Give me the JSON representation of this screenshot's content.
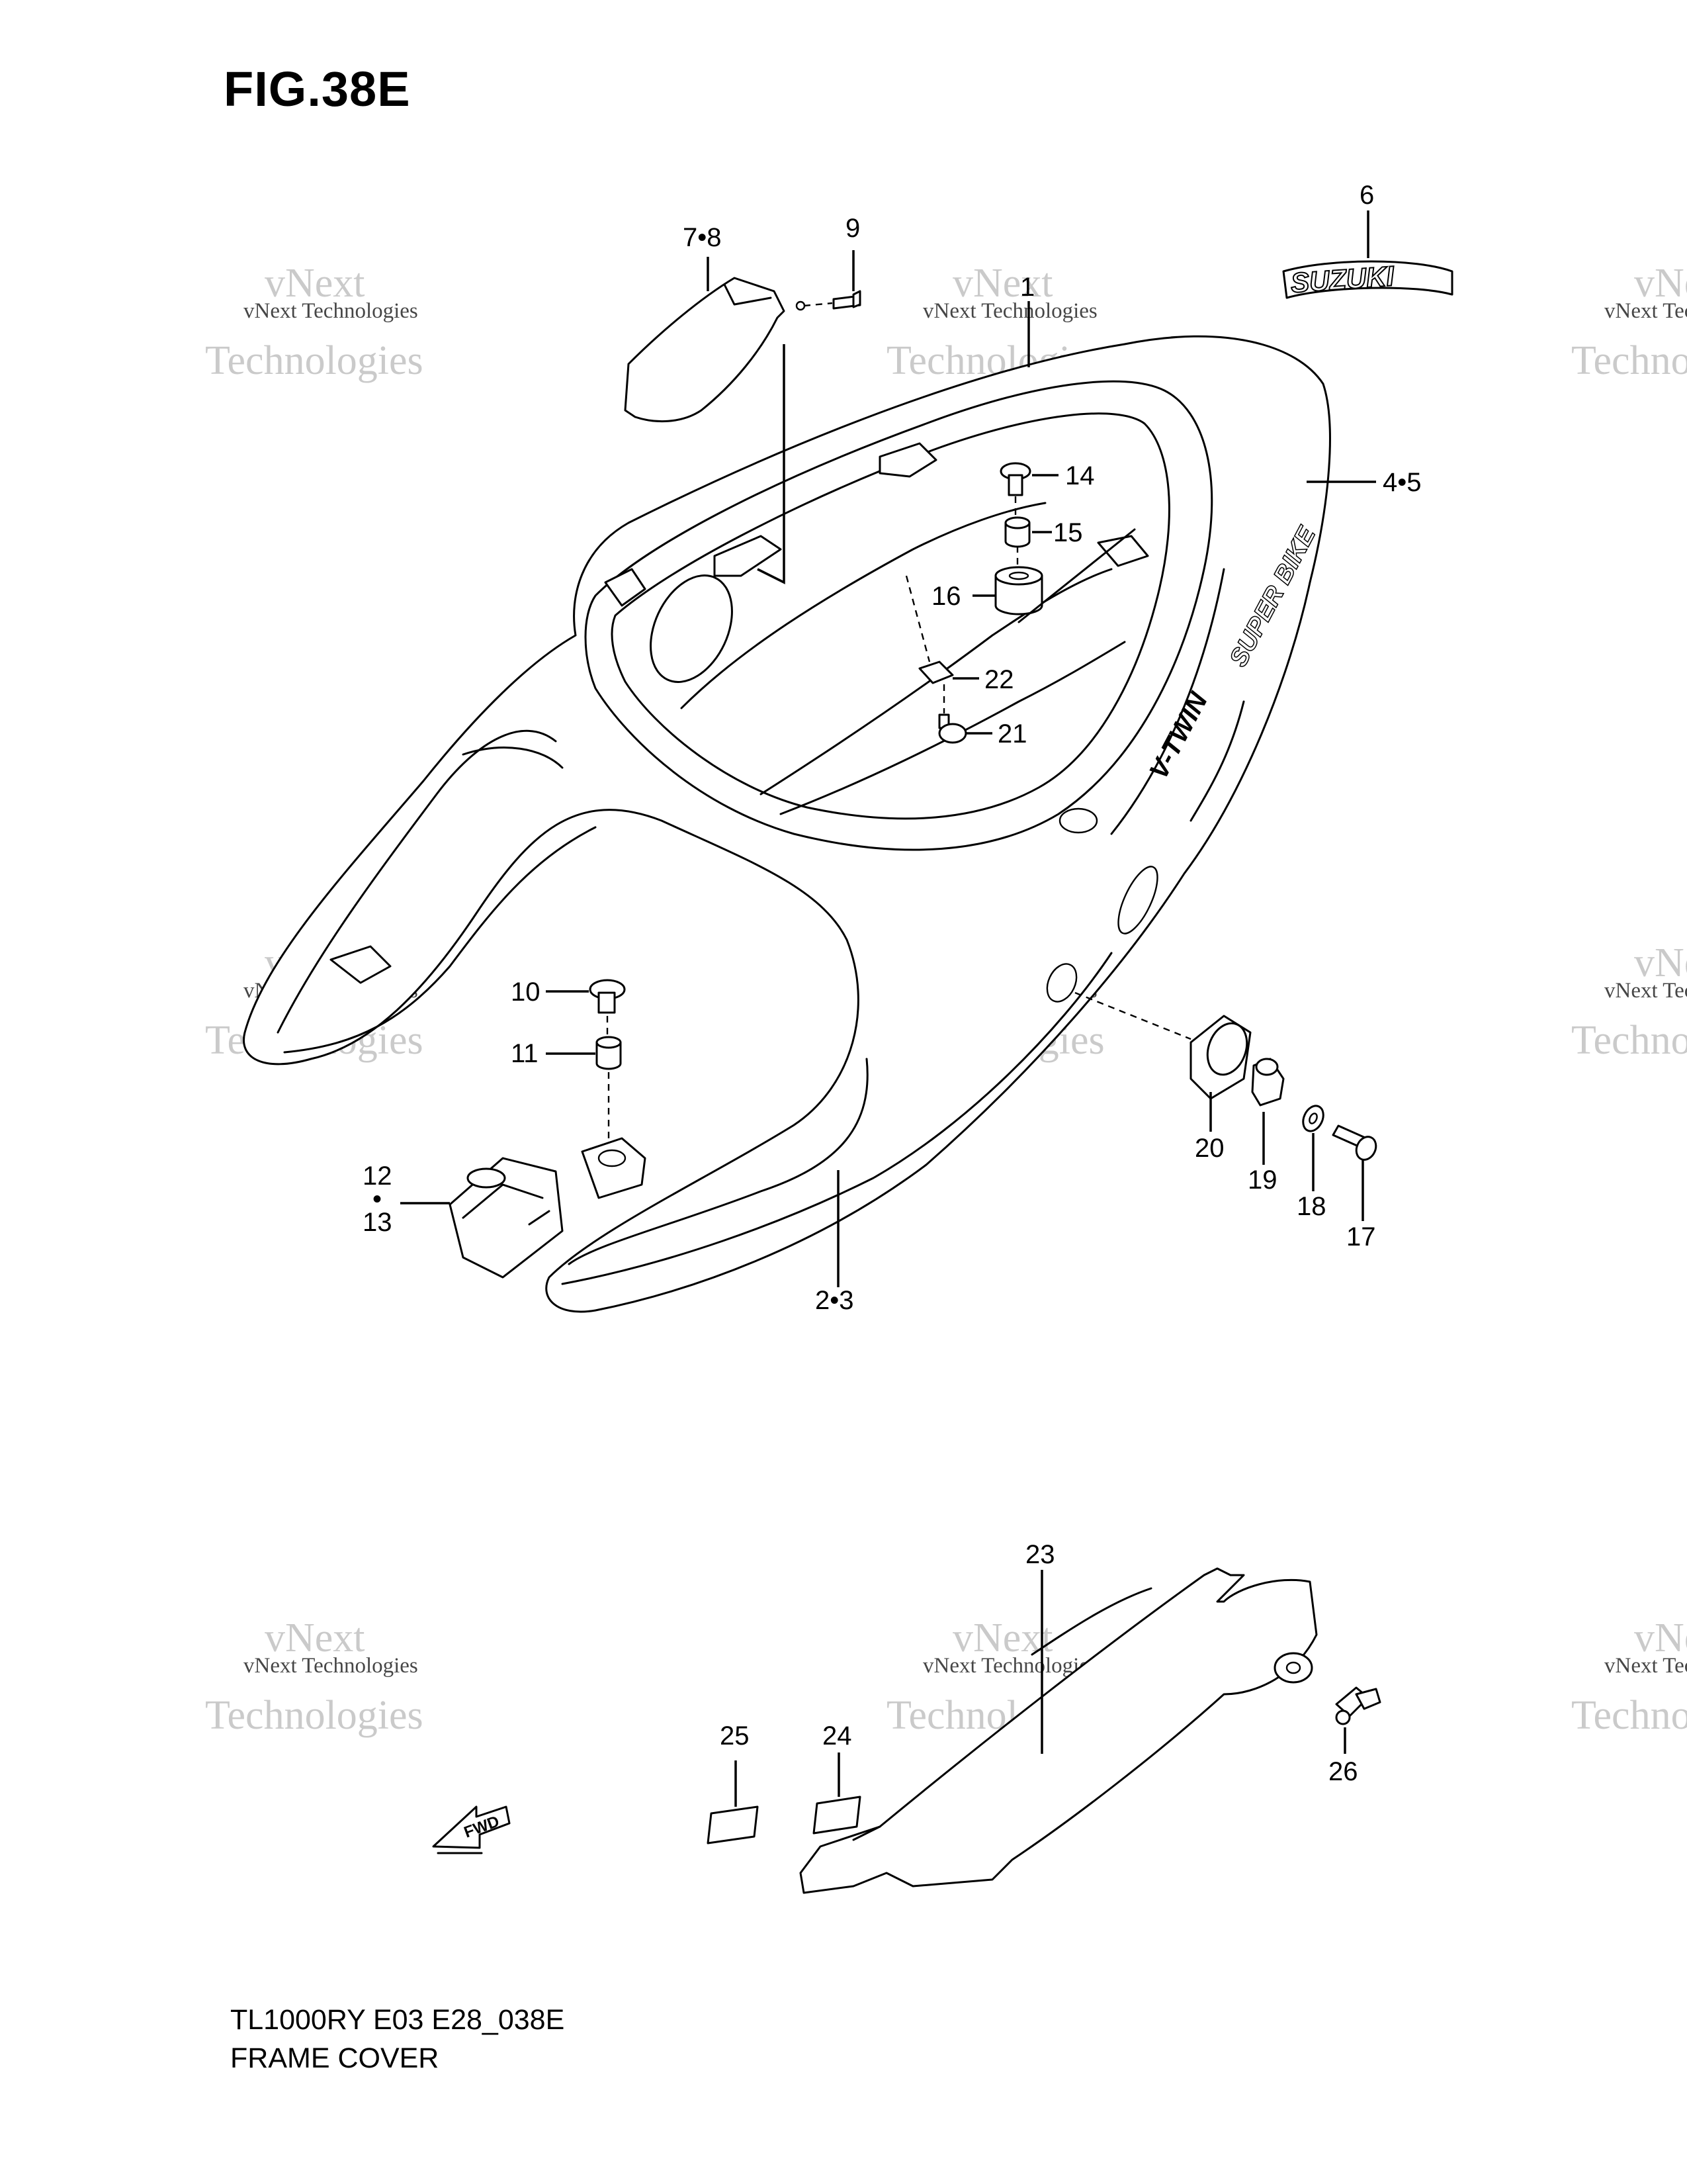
{
  "figure": {
    "title": "FIG.38E"
  },
  "footer": {
    "model_code": "TL1000RY E03 E28_038E",
    "section_name": "FRAME COVER"
  },
  "emblem": {
    "brand_text": "SUZUKI",
    "side_text_1": "V-TWIN",
    "side_text_2": "SUPER BIKE"
  },
  "fwd_arrow": {
    "text": "FWD"
  },
  "watermark": {
    "line1": "vNext Technologies",
    "line2": "vNext",
    "line3": "Technologies"
  },
  "callouts": {
    "c1": "1",
    "c2_3": "2•3",
    "c4_5": "4•5",
    "c6": "6",
    "c7_8": "7•8",
    "c9": "9",
    "c10": "10",
    "c11": "11",
    "c12": "12",
    "c12_dot": "•",
    "c13": "13",
    "c14": "14",
    "c15": "15",
    "c16": "16",
    "c17": "17",
    "c18": "18",
    "c19": "19",
    "c20": "20",
    "c21": "21",
    "c22": "22",
    "c23": "23",
    "c24": "24",
    "c25": "25",
    "c26": "26"
  }
}
